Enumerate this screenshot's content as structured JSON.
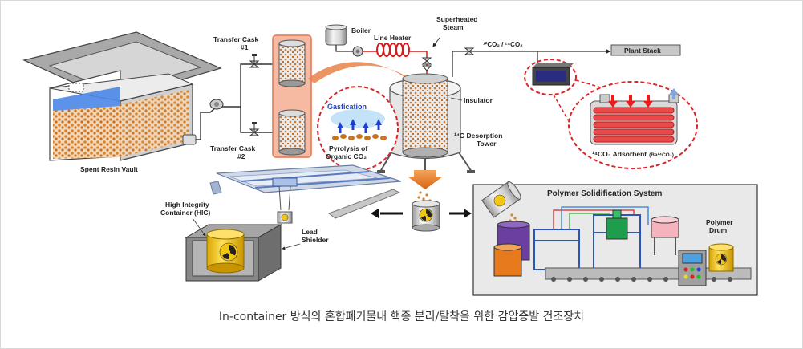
{
  "labels": {
    "spent_resin_vault": "Spent Resin Vault",
    "transfer_cask_1": [
      "Transfer Cask",
      "#1"
    ],
    "transfer_cask_2": [
      "Transfer Cask",
      "#2"
    ],
    "boiler": "Boiler",
    "line_heater": "Line Heater",
    "superheated_steam": [
      "Superheated",
      "Steam"
    ],
    "co2_isotopes": "¹²CO₂ / ¹⁴CO₂",
    "plant_stack": "Plant Stack",
    "insulator": "Insulator",
    "desorption_tower": [
      "¹⁴C Desorption",
      "Tower"
    ],
    "gasfication": "Gasfication",
    "pyrolysis": [
      "Pyrolysis of",
      "Organic CO₂"
    ],
    "adsorbent": "¹⁴CO₂ Adsorbent",
    "adsorbent_formula": "(Ba¹⁴CO₃)",
    "hic": [
      "High Integrity",
      "Container (HIC)"
    ],
    "lead_shielder": [
      "Lead",
      "Shielder"
    ],
    "polymer_system": "Polymer Solidification System",
    "polymer_drum": [
      "Polymer",
      "Drum"
    ]
  },
  "caption": "In-container 방식의 혼합폐기물내 핵종 분리/탈착을 위한 감압증발 건조장치",
  "colors": {
    "resin": "#d9822b",
    "water": "#3f7fe0",
    "cask_panel": "#f6b9a2",
    "red_dash": "#d9262b",
    "drum_yellow": "#f3c614",
    "gasfication_text": "#1c3fd6"
  }
}
